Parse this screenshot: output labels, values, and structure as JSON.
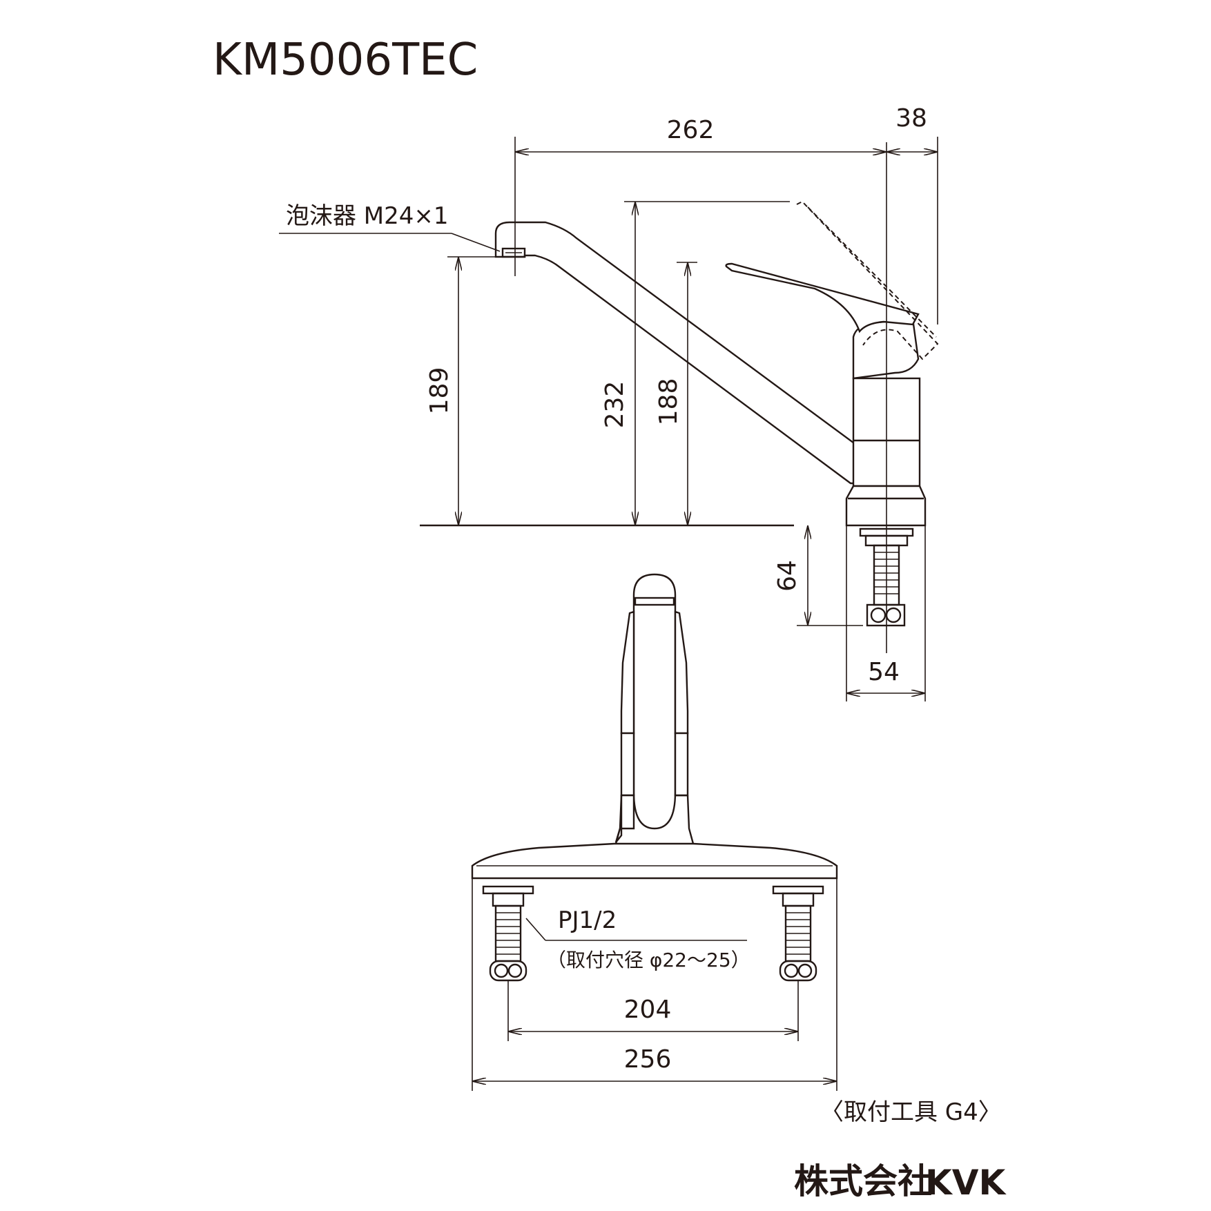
{
  "title": "KM5006TEC",
  "dimensions": {
    "width_spout": "262",
    "lever_throw": "38",
    "spout_height": "189",
    "total_height": "232",
    "lever_height": "188",
    "shank_length": "64",
    "body_width": "54",
    "pitch": "204",
    "base_width": "256"
  },
  "labels": {
    "aerator": "泡沫器 M24×1",
    "pipe_thread": "PJ1/2",
    "mount_hole": "（取付穴径 φ22～25）",
    "tool": "〈取付工具 G4〉",
    "maker_prefix": "株式会社",
    "maker_brand": "KVK"
  }
}
